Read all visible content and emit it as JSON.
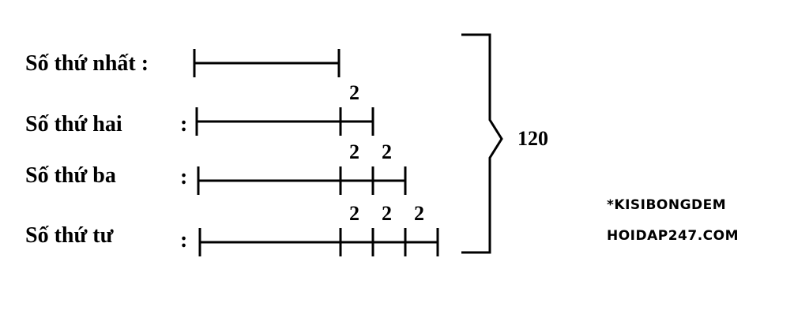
{
  "rows": [
    {
      "label": "Số thứ nhất :",
      "colon": "",
      "units": 0
    },
    {
      "label": "Số thứ hai",
      "colon": ":",
      "units": 1
    },
    {
      "label": "Số thứ ba",
      "colon": ":",
      "units": 2
    },
    {
      "label": "Số thứ tư",
      "colon": ":",
      "units": 3
    }
  ],
  "segment_label": "2",
  "total": "120",
  "watermark": {
    "line1": "*KISIBONGDEM",
    "line2": "HOIDAP247.COM"
  },
  "colors": {
    "ink": "#000000",
    "background": "#ffffff"
  }
}
